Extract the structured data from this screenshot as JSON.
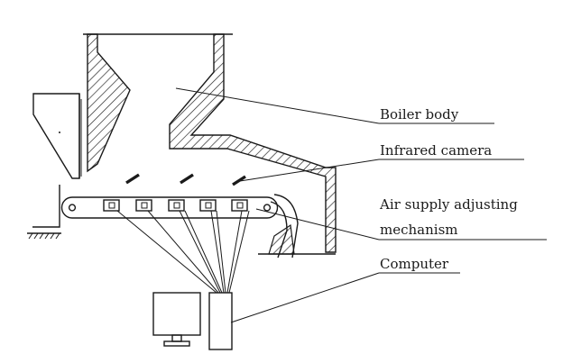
{
  "labels": {
    "boiler_body": "Boiler body",
    "infrared_camera": "Infrared camera",
    "air_supply_line1": "Air supply adjusting",
    "air_supply_line2": "mechanism",
    "computer": "Computer"
  },
  "colors": {
    "ink": "#1a1a1a",
    "background": "#ffffff"
  }
}
